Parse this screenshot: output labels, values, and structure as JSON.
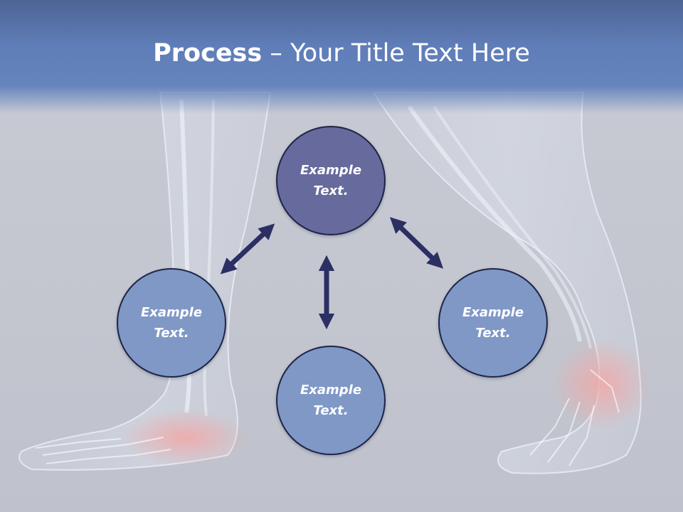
{
  "slide": {
    "title_bold": "Process",
    "title_dash": " – ",
    "title_rest": "Your Title Text Here"
  },
  "nodes": [
    {
      "id": "top",
      "text": "Example\nText."
    },
    {
      "id": "left",
      "text": "Example\nText."
    },
    {
      "id": "bottom",
      "text": "Example\nText."
    },
    {
      "id": "right",
      "text": "Example\nText."
    }
  ],
  "colors": {
    "header": "#5f7db7",
    "top_circle": "#676a9c",
    "side_circle": "#7f98c6",
    "arrow": "#2b2f63",
    "highlight": "#f0a3a3"
  }
}
